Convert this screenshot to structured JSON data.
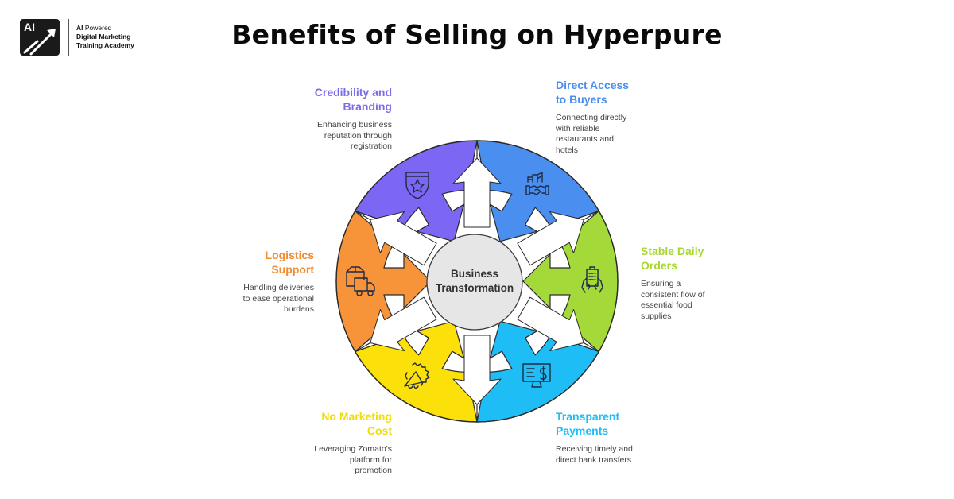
{
  "header": {
    "logo": {
      "badge_text": "AI",
      "line1_bold": "AI",
      "line1_rest": " Powered",
      "line2": "Digital Marketing",
      "line3": "Training Academy"
    },
    "title": "Benefits of Selling on Hyperpure"
  },
  "diagram": {
    "center": {
      "line1": "Business",
      "line2": "Transformation"
    },
    "segments": [
      {
        "id": "direct-access",
        "title_line1": "Direct Access",
        "title_line2": "to Buyers",
        "description": "Connecting directly with reliable restaurants and hotels",
        "desc_lines": [
          "Connecting directly",
          "with reliable",
          "restaurants and",
          "hotels"
        ],
        "icon": "buildings-handshake-icon",
        "color": "#4A8FF0",
        "text_color": "#4A8FF0"
      },
      {
        "id": "stable-orders",
        "title_line1": "Stable Daily",
        "title_line2": "Orders",
        "description": "Ensuring a consistent flow of essential food supplies",
        "desc_lines": [
          "Ensuring a",
          "consistent flow of",
          "essential food",
          "supplies"
        ],
        "icon": "clipboard-hands-icon",
        "color": "#A4D93A",
        "text_color": "#A8D82E"
      },
      {
        "id": "transparent-payments",
        "title_line1": "Transparent",
        "title_line2": "Payments",
        "description": "Receiving timely and direct bank transfers",
        "desc_lines": [
          "Receiving timely and",
          "direct bank transfers"
        ],
        "icon": "monitor-dollar-icon",
        "color": "#1EBDF5",
        "text_color": "#1EBDF5"
      },
      {
        "id": "no-marketing-cost",
        "title_line1": "No Marketing",
        "title_line2": "Cost",
        "description": "Leveraging Zomato's platform for promotion",
        "desc_lines": [
          "Leveraging Zomato's",
          "platform for",
          "promotion"
        ],
        "icon": "megaphone-badge-icon",
        "color": "#FBE009",
        "text_color": "#F2DC0A"
      },
      {
        "id": "logistics-support",
        "title_line1": "Logistics",
        "title_line2": "Support",
        "description": "Handling deliveries to ease operational burdens",
        "desc_lines": [
          "Handling deliveries",
          "to ease operational",
          "burdens"
        ],
        "icon": "box-truck-icon",
        "color": "#F7943A",
        "text_color": "#F28A2E"
      },
      {
        "id": "credibility-branding",
        "title_line1": "Credibility and",
        "title_line2": "Branding",
        "description": "Enhancing business reputation through registration",
        "desc_lines": [
          "Enhancing business",
          "reputation through",
          "registration"
        ],
        "icon": "shield-star-icon",
        "color": "#7C67F4",
        "text_color": "#7B6CE8"
      }
    ]
  }
}
